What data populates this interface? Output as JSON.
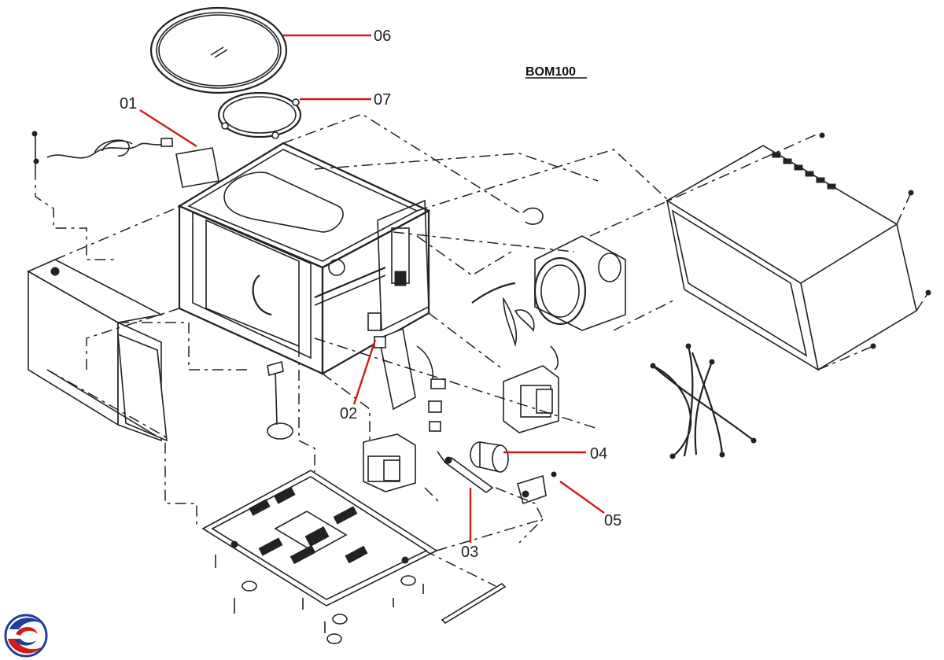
{
  "diagram": {
    "model": "BOM100",
    "callouts": [
      {
        "id": "01",
        "label": "01"
      },
      {
        "id": "02",
        "label": "02"
      },
      {
        "id": "03",
        "label": "03"
      },
      {
        "id": "04",
        "label": "04"
      },
      {
        "id": "05",
        "label": "05"
      },
      {
        "id": "06",
        "label": "06"
      },
      {
        "id": "07",
        "label": "07"
      }
    ],
    "colors": {
      "line": "#222222",
      "callout_line": "#d11a1a",
      "logo_blue": "#1f3f9a",
      "logo_red": "#d11a1a"
    },
    "logo_icon": "brand-swirl-icon"
  }
}
